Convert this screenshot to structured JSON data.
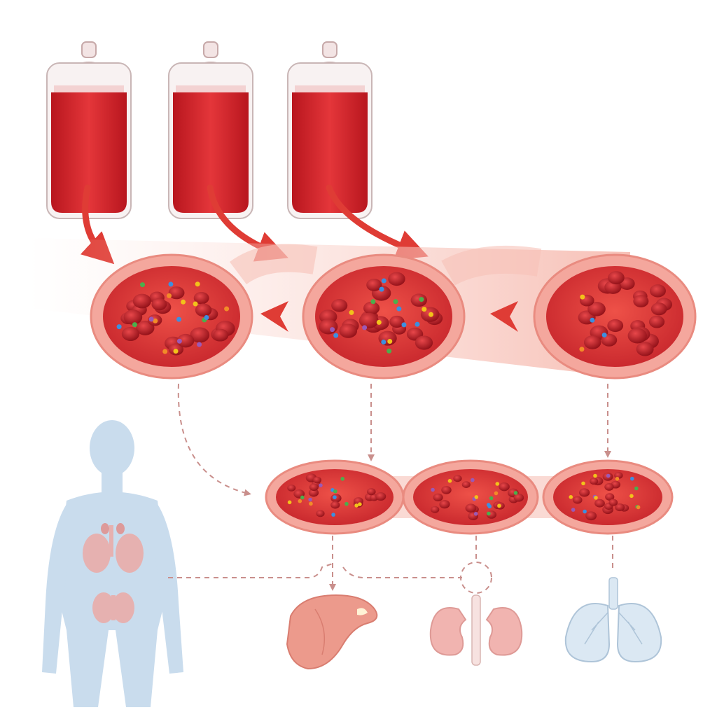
{
  "diagram": {
    "blood_bag_count": 3,
    "vessel_large_count": 3,
    "vessel_small_count": 3,
    "organs": [
      "liver-icon",
      "kidneys-icon",
      "lungs-icon"
    ],
    "colors": {
      "blood": "#d42a2f",
      "blood_dark": "#a8141c",
      "vessel_wall": "#f4a79d",
      "vessel_inner": "#e0443f",
      "arrow": "#df3c35",
      "dashed_line": "#c98f8c",
      "body_silhouette": "#c9dced",
      "liver": "#ec9a8c",
      "kidney": "#f1b4b0",
      "lung": "#dbe8f3"
    }
  }
}
